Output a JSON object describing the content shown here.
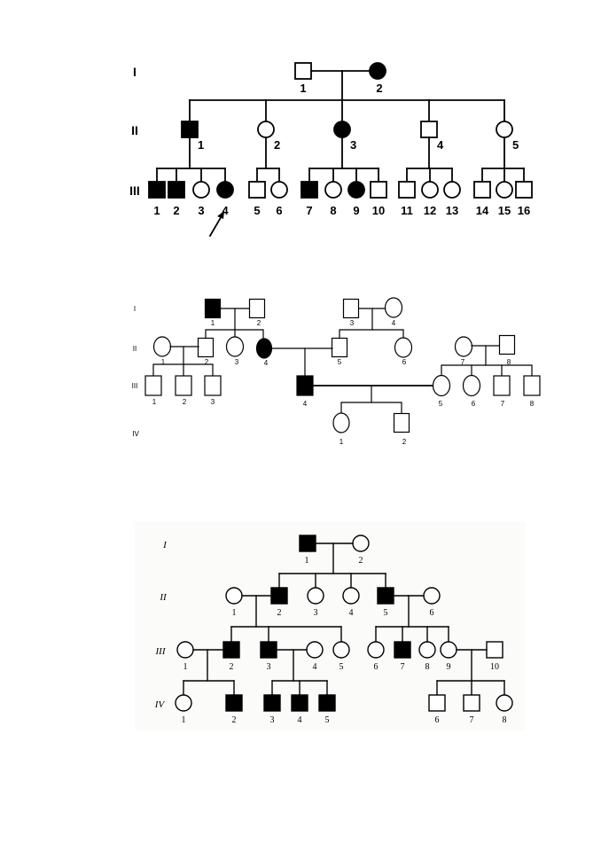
{
  "pedigrees": [
    {
      "id": "pedigree-1",
      "generations": [
        "I",
        "II",
        "III"
      ],
      "individuals": [
        {
          "gen": "I",
          "num": "1",
          "sex": "male",
          "affected": false
        },
        {
          "gen": "I",
          "num": "2",
          "sex": "female",
          "affected": true
        },
        {
          "gen": "II",
          "num": "1",
          "sex": "male",
          "affected": true
        },
        {
          "gen": "II",
          "num": "2",
          "sex": "female",
          "affected": false
        },
        {
          "gen": "II",
          "num": "3",
          "sex": "female",
          "affected": true
        },
        {
          "gen": "II",
          "num": "4",
          "sex": "male",
          "affected": false
        },
        {
          "gen": "II",
          "num": "5",
          "sex": "female",
          "affected": false
        },
        {
          "gen": "III",
          "num": "1",
          "sex": "male",
          "affected": true
        },
        {
          "gen": "III",
          "num": "2",
          "sex": "male",
          "affected": true
        },
        {
          "gen": "III",
          "num": "3",
          "sex": "female",
          "affected": false
        },
        {
          "gen": "III",
          "num": "4",
          "sex": "female",
          "affected": true,
          "proband": true
        },
        {
          "gen": "III",
          "num": "5",
          "sex": "male",
          "affected": false
        },
        {
          "gen": "III",
          "num": "6",
          "sex": "female",
          "affected": false
        },
        {
          "gen": "III",
          "num": "7",
          "sex": "male",
          "affected": true
        },
        {
          "gen": "III",
          "num": "8",
          "sex": "female",
          "affected": false
        },
        {
          "gen": "III",
          "num": "9",
          "sex": "female",
          "affected": true
        },
        {
          "gen": "III",
          "num": "10",
          "sex": "male",
          "affected": false
        },
        {
          "gen": "III",
          "num": "11",
          "sex": "male",
          "affected": false
        },
        {
          "gen": "III",
          "num": "12",
          "sex": "female",
          "affected": false
        },
        {
          "gen": "III",
          "num": "13",
          "sex": "female",
          "affected": false
        },
        {
          "gen": "III",
          "num": "14",
          "sex": "male",
          "affected": false
        },
        {
          "gen": "III",
          "num": "15",
          "sex": "female",
          "affected": false
        },
        {
          "gen": "III",
          "num": "16",
          "sex": "male",
          "affected": false
        }
      ]
    },
    {
      "id": "pedigree-2",
      "generations": [
        "I",
        "II",
        "III",
        "IV"
      ],
      "individuals": [
        {
          "gen": "I",
          "num": "1",
          "sex": "male",
          "affected": true
        },
        {
          "gen": "I",
          "num": "2",
          "sex": "male",
          "affected": false
        },
        {
          "gen": "I",
          "num": "3",
          "sex": "male",
          "affected": false
        },
        {
          "gen": "I",
          "num": "4",
          "sex": "female",
          "affected": false
        },
        {
          "gen": "II",
          "num": "1",
          "sex": "female",
          "affected": false
        },
        {
          "gen": "II",
          "num": "2",
          "sex": "male",
          "affected": false
        },
        {
          "gen": "II",
          "num": "3",
          "sex": "female",
          "affected": false
        },
        {
          "gen": "II",
          "num": "4",
          "sex": "female",
          "affected": true
        },
        {
          "gen": "II",
          "num": "5",
          "sex": "male",
          "affected": false
        },
        {
          "gen": "II",
          "num": "6",
          "sex": "female",
          "affected": false
        },
        {
          "gen": "II",
          "num": "7",
          "sex": "female",
          "affected": false
        },
        {
          "gen": "II",
          "num": "8",
          "sex": "male",
          "affected": false
        },
        {
          "gen": "III",
          "num": "1",
          "sex": "male",
          "affected": false
        },
        {
          "gen": "III",
          "num": "2",
          "sex": "male",
          "affected": false
        },
        {
          "gen": "III",
          "num": "3",
          "sex": "male",
          "affected": false
        },
        {
          "gen": "III",
          "num": "4",
          "sex": "male",
          "affected": true
        },
        {
          "gen": "III",
          "num": "5",
          "sex": "female",
          "affected": false
        },
        {
          "gen": "III",
          "num": "6",
          "sex": "female",
          "affected": false
        },
        {
          "gen": "III",
          "num": "7",
          "sex": "male",
          "affected": false
        },
        {
          "gen": "III",
          "num": "8",
          "sex": "male",
          "affected": false
        },
        {
          "gen": "IV",
          "num": "1",
          "sex": "female",
          "affected": false
        },
        {
          "gen": "IV",
          "num": "2",
          "sex": "male",
          "affected": false
        }
      ]
    },
    {
      "id": "pedigree-3",
      "generations": [
        "I",
        "II",
        "III",
        "IV"
      ],
      "individuals": [
        {
          "gen": "I",
          "num": "1",
          "sex": "male",
          "affected": true
        },
        {
          "gen": "I",
          "num": "2",
          "sex": "female",
          "affected": false
        },
        {
          "gen": "II",
          "num": "1",
          "sex": "female",
          "affected": false
        },
        {
          "gen": "II",
          "num": "2",
          "sex": "male",
          "affected": true
        },
        {
          "gen": "II",
          "num": "3",
          "sex": "female",
          "affected": false
        },
        {
          "gen": "II",
          "num": "4",
          "sex": "female",
          "affected": false
        },
        {
          "gen": "II",
          "num": "5",
          "sex": "male",
          "affected": true
        },
        {
          "gen": "II",
          "num": "6",
          "sex": "female",
          "affected": false
        },
        {
          "gen": "III",
          "num": "1",
          "sex": "female",
          "affected": false
        },
        {
          "gen": "III",
          "num": "2",
          "sex": "male",
          "affected": true
        },
        {
          "gen": "III",
          "num": "3",
          "sex": "male",
          "affected": true
        },
        {
          "gen": "III",
          "num": "4",
          "sex": "female",
          "affected": false
        },
        {
          "gen": "III",
          "num": "5",
          "sex": "female",
          "affected": false
        },
        {
          "gen": "III",
          "num": "6",
          "sex": "female",
          "affected": false
        },
        {
          "gen": "III",
          "num": "7",
          "sex": "male",
          "affected": true
        },
        {
          "gen": "III",
          "num": "8",
          "sex": "female",
          "affected": false
        },
        {
          "gen": "III",
          "num": "9",
          "sex": "female",
          "affected": false
        },
        {
          "gen": "III",
          "num": "10",
          "sex": "male",
          "affected": false
        },
        {
          "gen": "IV",
          "num": "1",
          "sex": "female",
          "affected": false
        },
        {
          "gen": "IV",
          "num": "2",
          "sex": "male",
          "affected": true
        },
        {
          "gen": "IV",
          "num": "3",
          "sex": "male",
          "affected": true
        },
        {
          "gen": "IV",
          "num": "4",
          "sex": "male",
          "affected": true
        },
        {
          "gen": "IV",
          "num": "5",
          "sex": "male",
          "affected": true
        },
        {
          "gen": "IV",
          "num": "6",
          "sex": "male",
          "affected": false
        },
        {
          "gen": "IV",
          "num": "7",
          "sex": "male",
          "affected": false
        },
        {
          "gen": "IV",
          "num": "8",
          "sex": "female",
          "affected": false
        }
      ]
    }
  ],
  "colors": {
    "stroke": "#000000",
    "affected_fill": "#000000",
    "unaffected_fill": "#ffffff",
    "panel3_background": "#fbfbf9"
  },
  "legend_marker_meaning": {
    "square": "male",
    "circle": "female",
    "filled": "affected",
    "arrow": "proband"
  }
}
